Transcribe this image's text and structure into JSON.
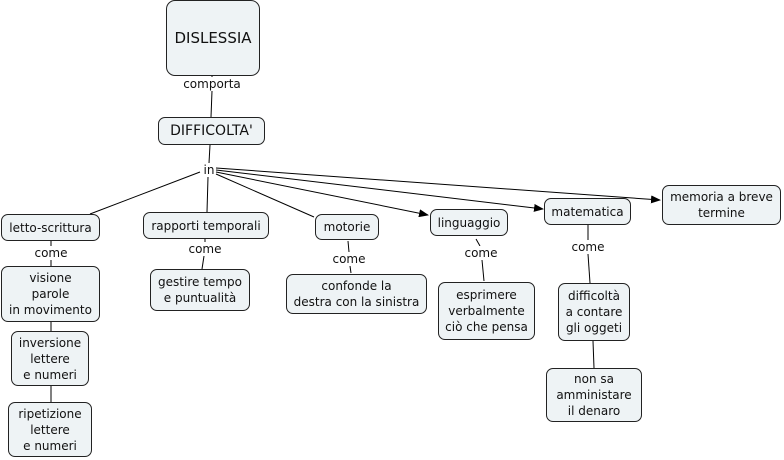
{
  "concepts": {
    "dislessia": "DISLESSIA",
    "difficolta": "DIFFICOLTA'",
    "letto_scrittura": "letto-scrittura",
    "rapporti_temporali": "rapporti temporali",
    "motorie": "motorie",
    "linguaggio": "linguaggio",
    "matematica": "matematica",
    "memoria": "memoria a breve\ntermine",
    "visione": "visione\nparole\nin movimento",
    "inversione": "inversione\nlettere\ne numeri",
    "ripetizione": "ripetizione\nlettere\ne numeri",
    "gestire_tempo": "gestire tempo\ne puntualità",
    "confonde": "confonde la\ndestra con la sinistra",
    "esprimere": "esprimere\nverbalmente\nciò che pensa",
    "contare": "difficoltà\na contare\ngli oggeti",
    "denaro": "non sa\namministare\nil denaro"
  },
  "link_labels": {
    "comporta": "comporta",
    "in": "in",
    "come_letto": "come",
    "come_rapporti": "come",
    "come_motorie": "come",
    "come_linguaggio": "come",
    "come_matematica": "come"
  },
  "colors": {
    "node_fill": "#eef3f5",
    "border": "#222222"
  }
}
